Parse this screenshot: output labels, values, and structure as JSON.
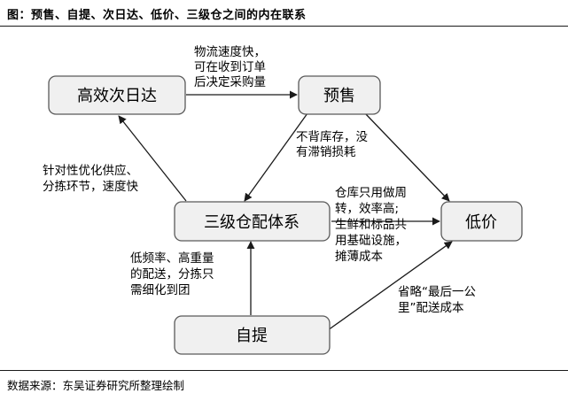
{
  "header": {
    "title": "图：预售、自提、次日达、低价、三级仓之间的内在联系"
  },
  "footer": {
    "source": "数据来源：东吴证券研究所整理绘制"
  },
  "nodes": {
    "next_day": "高效次日达",
    "presale": "预售",
    "three_tier": "三级仓配体系",
    "low_price": "低价",
    "self_pickup": "自提"
  },
  "labels": {
    "logistics": [
      "物流速度快，",
      "可在收到订单",
      "后决定采购量"
    ],
    "no_inventory": [
      "不背库存，没",
      "有滞销损耗"
    ],
    "optimize": [
      "针对性优化供应、",
      "分拣环节，速度快"
    ],
    "warehouse": [
      "仓库只用做周",
      "转，效率高;",
      "生鲜和标品共",
      "用基础设施，",
      "摊薄成本"
    ],
    "low_freq": [
      "低频率、高重量",
      "的配送，分拣只",
      "需细化到团"
    ],
    "last_mile": [
      "省略“最后一公",
      "里”配送成本"
    ]
  }
}
